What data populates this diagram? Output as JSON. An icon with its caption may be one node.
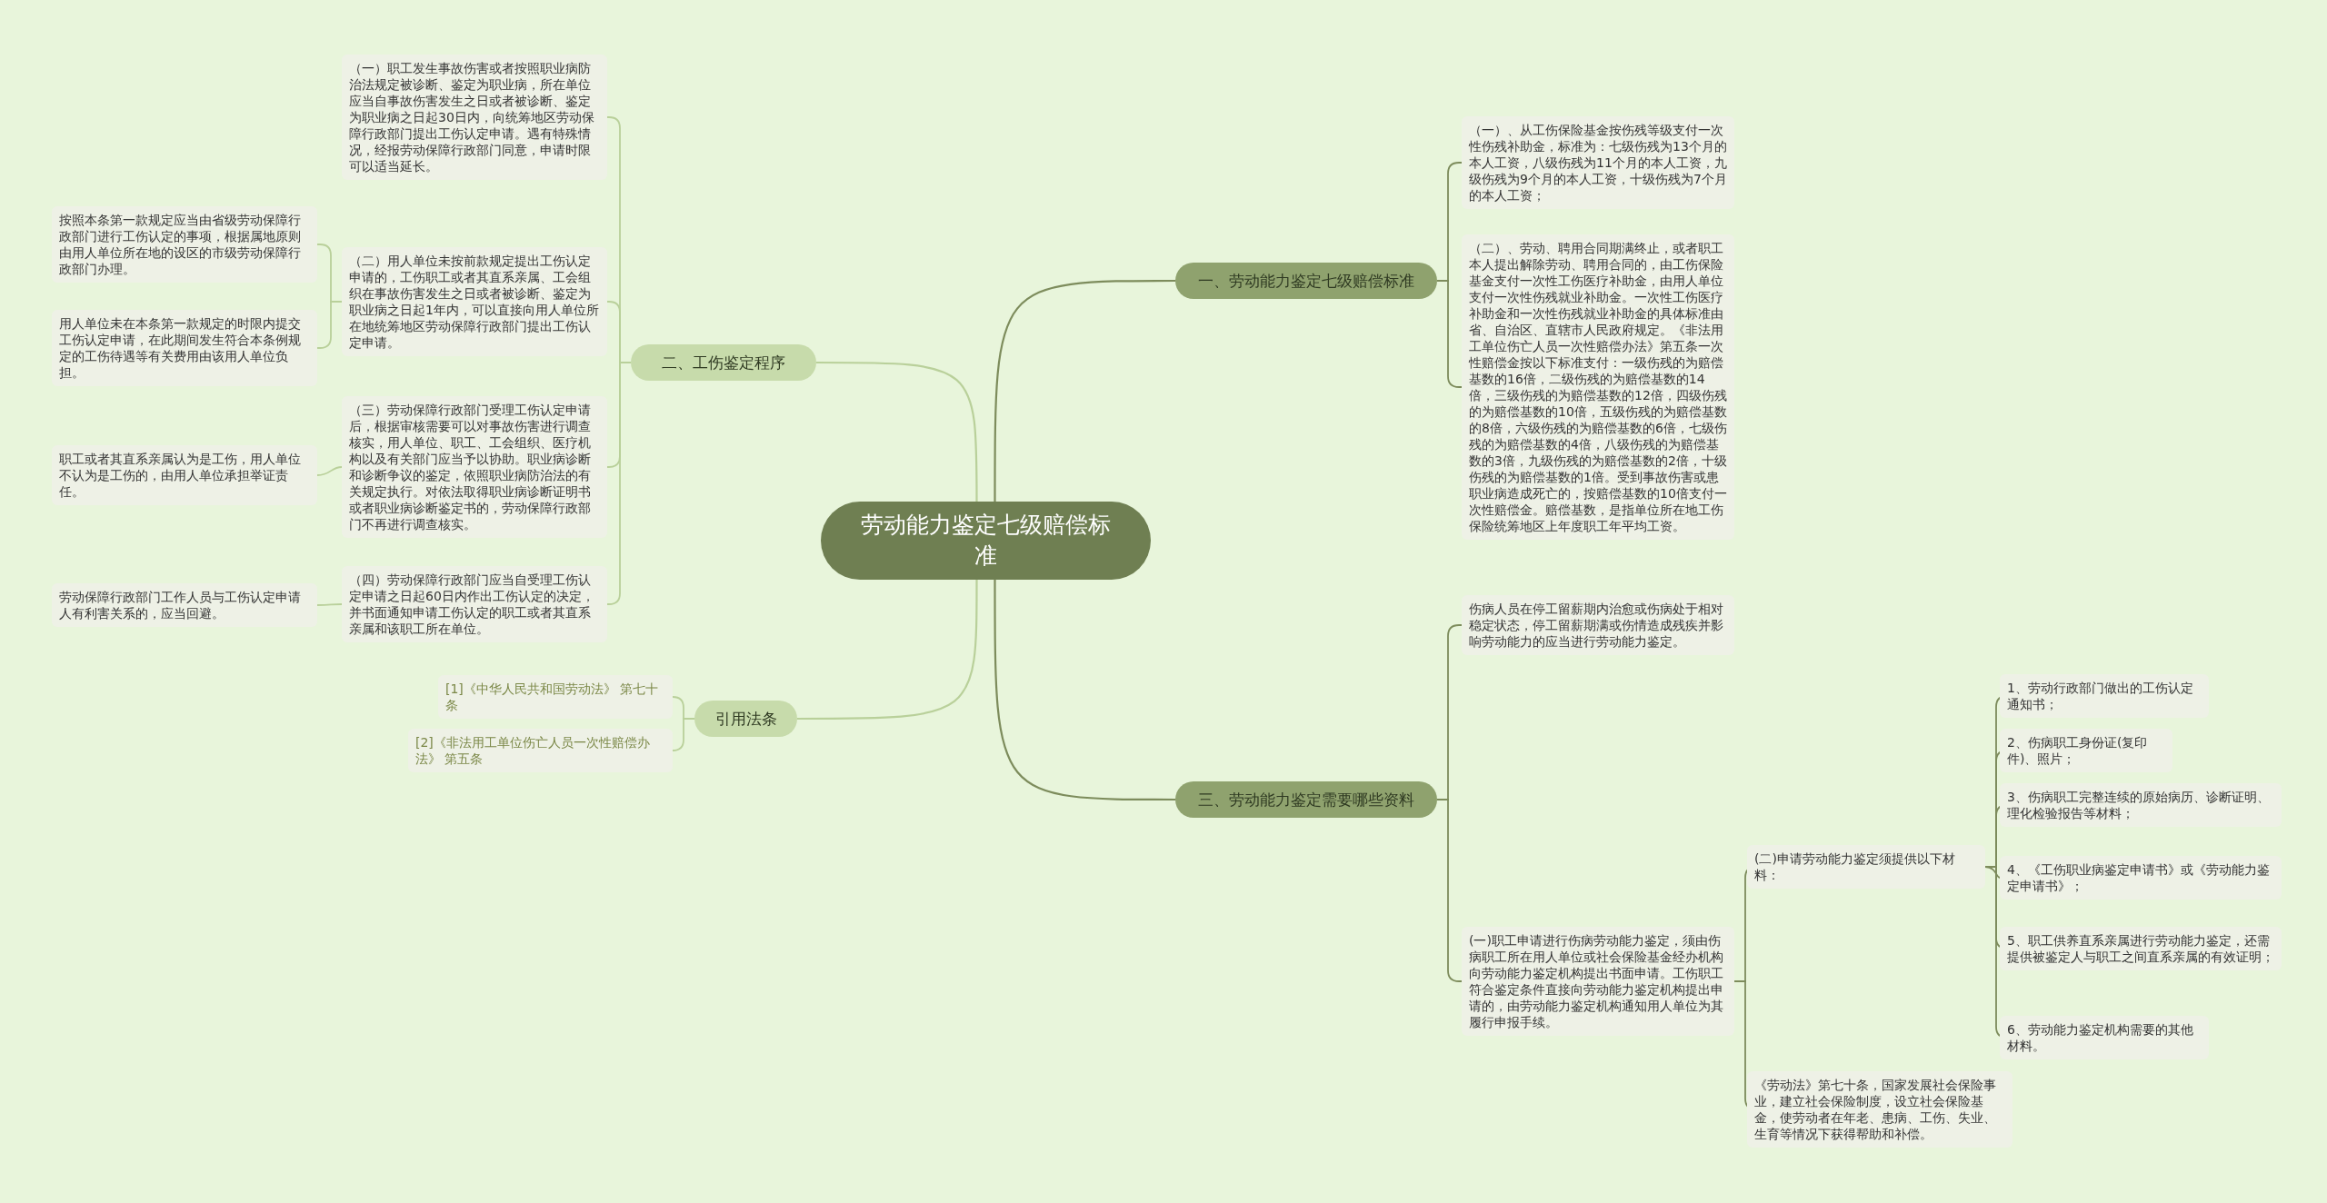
{
  "diagram": {
    "nodes": [
      {
        "text": [
          "劳动能力鉴定七级赔偿标准"
        ]
      },
      {
        "text": [
          "一、劳动能力鉴定七级赔偿标准"
        ]
      },
      {
        "text": [
          "（一）、从工伤保险基金按伤残等级支付一次性伤残补助金，标准为：七级伤残为13个月的本人工资，八级伤残为11个月的本人工资，九级伤残为9个月的本人工资，十级伤残为7个月的本人工资；"
        ]
      },
      {
        "text": [
          "（二）、劳动、聘用合同期满终止，或者职工本人提出解除劳动、聘用合同的，由工伤保险基金支付一次性工伤医疗补助金，由用人单位支付一次性伤残就业补助金。一次性工伤医疗补助金和一次性伤残就业补助金的具体标准由省、自治区、直辖市人民政府规定。《非法用工单位伤亡人员一次性赔偿办法》第五条一次性赔偿金按以下标准支付：一级伤残的为赔偿基数的16倍，二级伤残的为赔偿基数的14倍，三级伤残的为赔偿基数的12倍，四级伤残的为赔偿基数的10倍，五级伤残的为赔偿基数的8倍，六级伤残的为赔偿基数的6倍，七级伤残的为赔偿基数的4倍，八级伤残的为赔偿基数的3倍，九级伤残的为赔偿基数的2倍，十级伤残的为赔偿基数的1倍。受到事故伤害或患职业病造成死亡的，按赔偿基数的10倍支付一次性赔偿金。赔偿基数，是指单位所在地工伤保险统筹地区上年度职工年平均工资。"
        ]
      },
      {
        "text": [
          "二、工伤鉴定程序"
        ]
      },
      {
        "text": [
          "（一）职工发生事故伤害或者按照职业病防治法规定被诊断、鉴定为职业病，所在单位应当自事故伤害发生之日或者被诊断、鉴定为职业病之日起30日内，向统筹地区劳动保障行政部门提出工伤认定申请。遇有特殊情况，经报劳动保障行政部门同意，申请时限可以适当延长。"
        ]
      },
      {
        "text": [
          "（二）用人单位未按前款规定提出工伤认定申请的，工伤职工或者其直系亲属、工会组织在事故伤害发生之日或者被诊断、鉴定为职业病之日起1年内，可以直接向用人单位所在地统筹地区劳动保障行政部门提出工伤认定申请。"
        ]
      },
      {
        "text": [
          "按照本条第一款规定应当由省级劳动保障行政部门进行工伤认定的事项，根据属地原则由用人单位所在地的设区的市级劳动保障行政部门办理。"
        ]
      },
      {
        "text": [
          "用人单位未在本条第一款规定的时限内提交工伤认定申请，在此期间发生符合本条例规定的工伤待遇等有关费用由该用人单位负担。"
        ]
      },
      {
        "text": [
          "（三）劳动保障行政部门受理工伤认定申请后，根据审核需要可以对事故伤害进行调查核实，用人单位、职工、工会组织、医疗机构以及有关部门应当予以协助。职业病诊断和诊断争议的鉴定，依照职业病防治法的有关规定执行。对依法取得职业病诊断证明书或者职业病诊断鉴定书的，劳动保障行政部门不再进行调查核实。"
        ]
      },
      {
        "text": [
          "职工或者其直系亲属认为是工伤，用人单位不认为是工伤的，由用人单位承担举证责任。"
        ]
      },
      {
        "text": [
          "（四）劳动保障行政部门应当自受理工伤认定申请之日起60日内作出工伤认定的决定，并书面通知申请工伤认定的职工或者其直系亲属和该职工所在单位。"
        ]
      },
      {
        "text": [
          "劳动保障行政部门工作人员与工伤认定申请人有利害关系的，应当回避。"
        ]
      },
      {
        "text": [
          "引用法条"
        ]
      },
      {
        "text": [
          "[1]《中华人民共和国劳动法》 第七十条"
        ]
      },
      {
        "text": [
          "[2]《非法用工单位伤亡人员一次性赔偿办法》 第五条"
        ]
      },
      {
        "text": [
          "三、劳动能力鉴定需要哪些资料"
        ]
      },
      {
        "text": [
          "伤病人员在停工留薪期内治愈或伤病处于相对稳定状态，停工留薪期满或伤情造成残疾并影响劳动能力的应当进行劳动能力鉴定。"
        ]
      },
      {
        "text": [
          "(一)职工申请进行伤病劳动能力鉴定，须由伤病职工所在用人单位或社会保险基金经办机构向劳动能力鉴定机构提出书面申请。工伤职工符合鉴定条件直接向劳动能力鉴定机构提出申请的，由劳动能力鉴定机构通知用人单位为其履行申报手续。"
        ]
      },
      {
        "text": [
          "(二)申请劳动能力鉴定须提供以下材料："
        ]
      },
      {
        "text": [
          "1、劳动行政部门做出的工伤认定通知书；"
        ]
      },
      {
        "text": [
          "2、伤病职工身份证(复印件)、照片；"
        ]
      },
      {
        "text": [
          "3、伤病职工完整连续的原始病历、诊断证明、理化检验报告等材料；"
        ]
      },
      {
        "text": [
          "4、《工伤职业病鉴定申请书》或《劳动能力鉴定申请书》；"
        ]
      },
      {
        "text": [
          "5、职工供养直系亲属进行劳动能力鉴定，还需提供被鉴定人与职工之间直系亲属的有效证明；"
        ]
      },
      {
        "text": [
          "6、劳动能力鉴定机构需要的其他材料。"
        ]
      },
      {
        "text": [
          "《劳动法》第七十条，国家发展社会保险事业，建立社会保险制度，设立社会保险基金，使劳动者在年老、患病、工伤、失业、生育等情况下获得帮助和补偿。"
        ]
      }
    ],
    "edges": [
      {
        "from": 0,
        "to": 1,
        "arrow": "none"
      },
      {
        "from": 1,
        "to": 2,
        "arrow": "none"
      },
      {
        "from": 1,
        "to": 3,
        "arrow": "none"
      },
      {
        "from": 0,
        "to": 4,
        "arrow": "none",
        "color": "#b9d09a"
      },
      {
        "from": 4,
        "to": 5,
        "arrow": "none",
        "color": "#b9d09a"
      },
      {
        "from": 4,
        "to": 6,
        "arrow": "none",
        "color": "#b9d09a"
      },
      {
        "from": 6,
        "to": 7,
        "arrow": "none",
        "color": "#b9d09a"
      },
      {
        "from": 6,
        "to": 8,
        "arrow": "none",
        "color": "#b9d09a"
      },
      {
        "from": 4,
        "to": 9,
        "arrow": "none",
        "color": "#b9d09a"
      },
      {
        "from": 9,
        "to": 10,
        "arrow": "none",
        "color": "#b9d09a"
      },
      {
        "from": 4,
        "to": 11,
        "arrow": "none",
        "color": "#b9d09a"
      },
      {
        "from": 11,
        "to": 12,
        "arrow": "none",
        "color": "#b9d09a"
      },
      {
        "from": 0,
        "to": 13,
        "arrow": "none",
        "color": "#b9d09a"
      },
      {
        "from": 13,
        "to": 14,
        "arrow": "none",
        "color": "#b9d09a"
      },
      {
        "from": 13,
        "to": 15,
        "arrow": "none",
        "color": "#b9d09a"
      },
      {
        "from": 0,
        "to": 16,
        "arrow": "none"
      },
      {
        "from": 16,
        "to": 17,
        "arrow": "none"
      },
      {
        "from": 16,
        "to": 18,
        "arrow": "none"
      },
      {
        "from": 18,
        "to": 19,
        "arrow": "none"
      },
      {
        "from": 19,
        "to": 20,
        "arrow": "none"
      },
      {
        "from": 19,
        "to": 21,
        "arrow": "none"
      },
      {
        "from": 19,
        "to": 22,
        "arrow": "none"
      },
      {
        "from": 19,
        "to": 23,
        "arrow": "none"
      },
      {
        "from": 19,
        "to": 24,
        "arrow": "none"
      },
      {
        "from": 19,
        "to": 25,
        "arrow": "none"
      },
      {
        "from": 18,
        "to": 26,
        "arrow": "none"
      }
    ]
  }
}
